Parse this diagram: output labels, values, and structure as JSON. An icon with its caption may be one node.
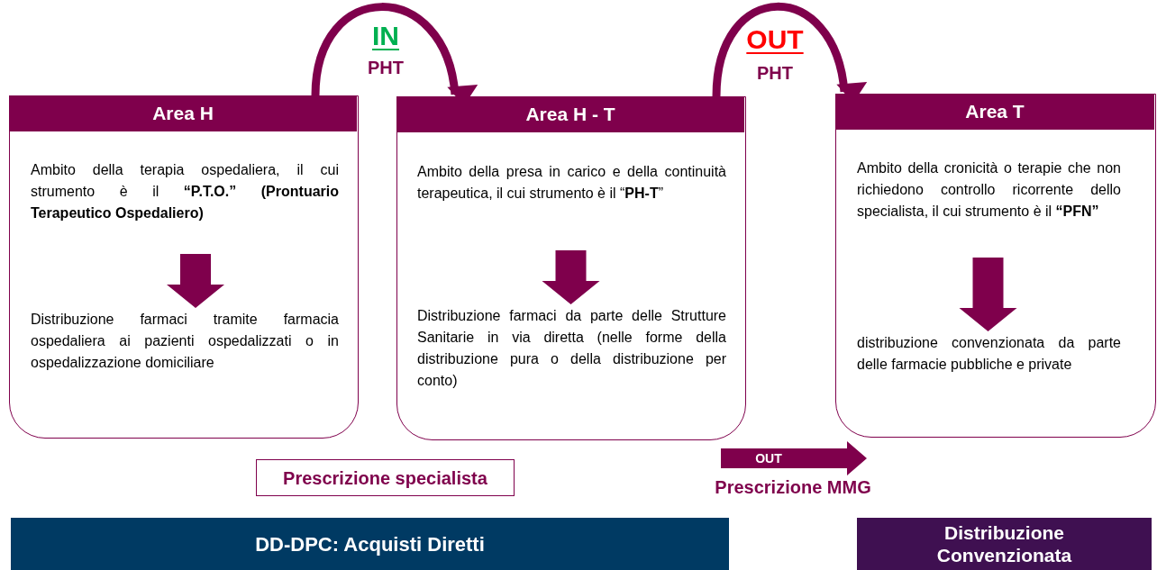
{
  "diagram": {
    "nodes": [
      {
        "text": [
          "Area H"
        ]
      },
      {
        "text": [
          "Ambito della terapia ospedaliera, il cui strumento è il **“P.T.O.” (Prontuario Terapeutico Ospedaliero)**"
        ],
        "in": 0
      },
      {
        "text": [
          "Distribuzione farmaci tramite farmacia ospedaliera ai pazienti ospedalizzati o in ospedalizzazione domiciliare"
        ],
        "in": 0
      },
      {
        "text": [
          "Area H - T"
        ]
      },
      {
        "text": [
          "Ambito della presa in carico e della continuità terapeutica, il cui strumento è il “**PH-T**”"
        ],
        "in": 3
      },
      {
        "text": [
          "Distribuzione farmaci da parte delle Strutture Sanitarie in via diretta (nelle forme della distribuzione pura o della distribuzione per conto)"
        ],
        "in": 3
      },
      {
        "text": [
          "Area T"
        ]
      },
      {
        "text": [
          "Ambito della cronicità o terapie che non richiedono controllo ricorrente dello specialista, il cui strumento è il **“PFN”**"
        ],
        "in": 6
      },
      {
        "text": [
          "distribuzione convenzionata da parte delle farmacie pubbliche e private"
        ],
        "in": 6
      },
      {
        "text": [
          "Prescrizione specialista"
        ]
      },
      {
        "text": [
          "OUT"
        ],
        "beside": [
          "Prescrizione MMG"
        ]
      },
      {
        "text": [
          "DD-DPC: Acquisti Diretti"
        ]
      },
      {
        "text": [
          "Distribuzione Convenzionata"
        ]
      }
    ],
    "edges": [
      {
        "from": 0,
        "to": 3,
        "arrow": "to"
      },
      {
        "from": 3,
        "to": 6,
        "arrow": "to"
      },
      {
        "from": 1,
        "to": 2,
        "arrow": "to",
        "style": "thick"
      },
      {
        "from": 4,
        "to": 5,
        "arrow": "to",
        "style": "thick"
      },
      {
        "from": 7,
        "to": 8,
        "arrow": "to",
        "style": "thick"
      }
    ],
    "labels": [
      "IN",
      "PHT",
      "OUT",
      "PHT"
    ]
  }
}
